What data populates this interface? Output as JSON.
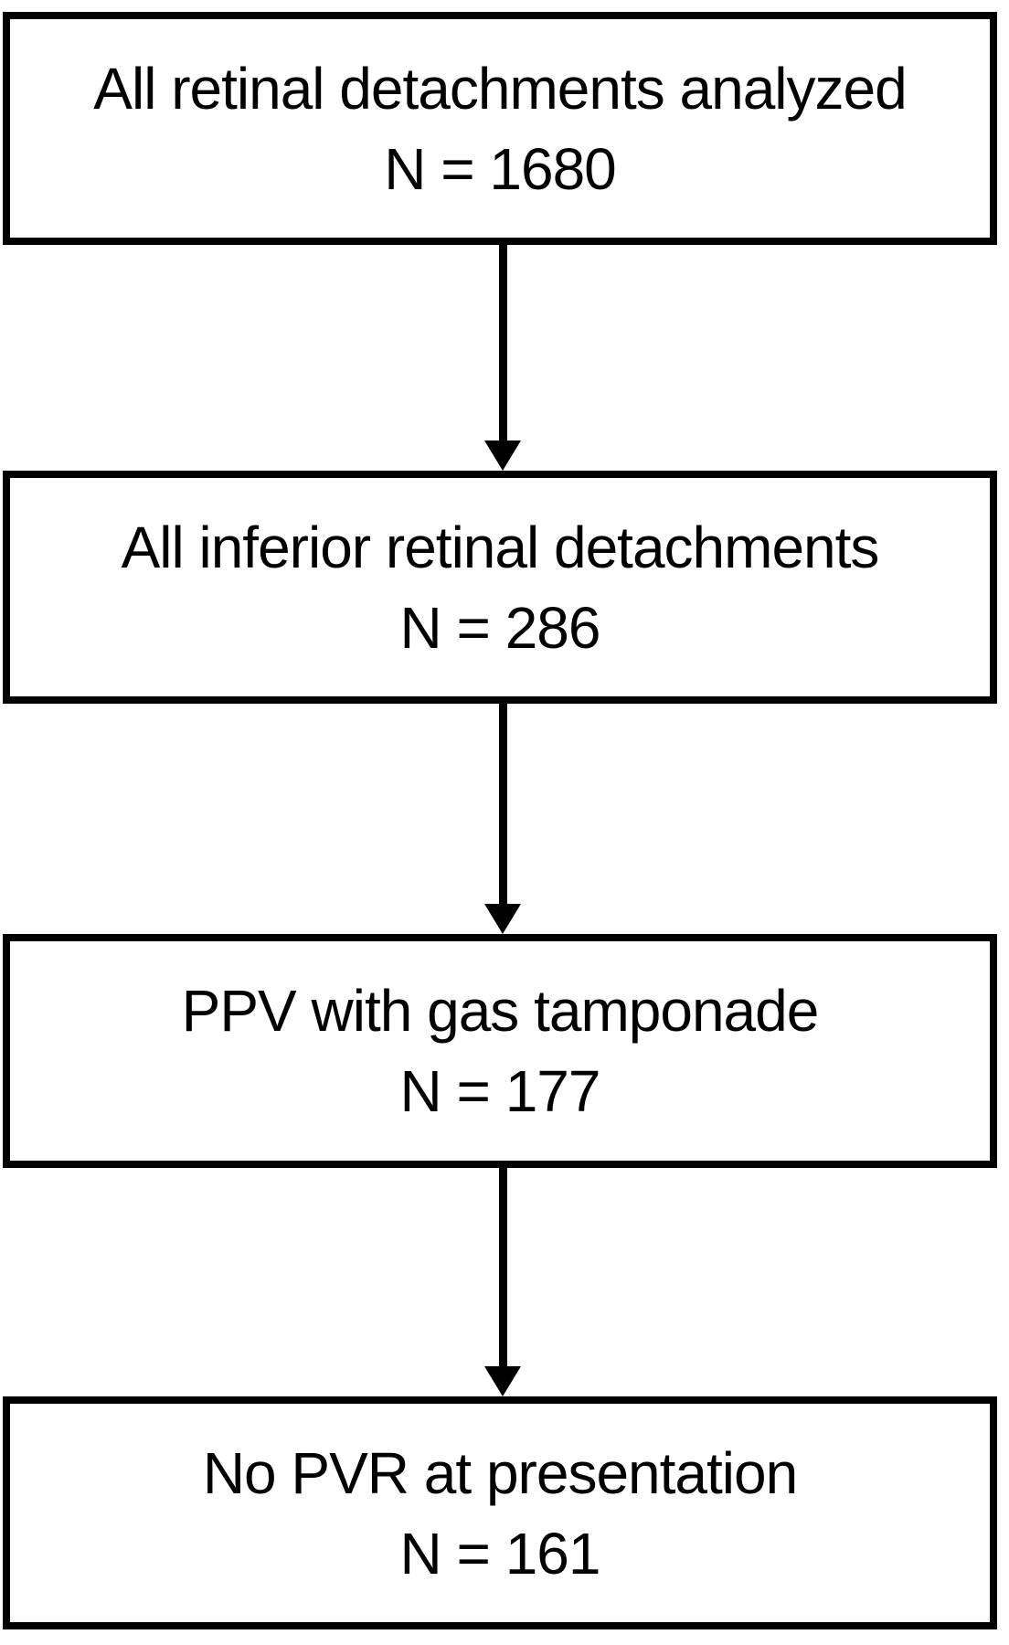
{
  "figure": {
    "type": "flowchart",
    "direction": "top-down",
    "colors": {
      "background": "#ffffff",
      "node_fill": "#ffffff",
      "node_border": "#000000",
      "text": "#000000",
      "arrow": "#000000"
    },
    "nodes": [
      {
        "label": "All retinal detachments analyzed",
        "n_label": "N = 1680",
        "n": 1680
      },
      {
        "label": "All inferior retinal detachments",
        "n_label": "N = 286",
        "n": 286
      },
      {
        "label": "PPV with gas tamponade",
        "n_label": "N = 177",
        "n": 177
      },
      {
        "label": "No PVR at presentation",
        "n_label": "N = 161",
        "n": 161
      }
    ],
    "edges": [
      {
        "from": 0,
        "to": 1
      },
      {
        "from": 1,
        "to": 2
      },
      {
        "from": 2,
        "to": 3
      }
    ]
  }
}
